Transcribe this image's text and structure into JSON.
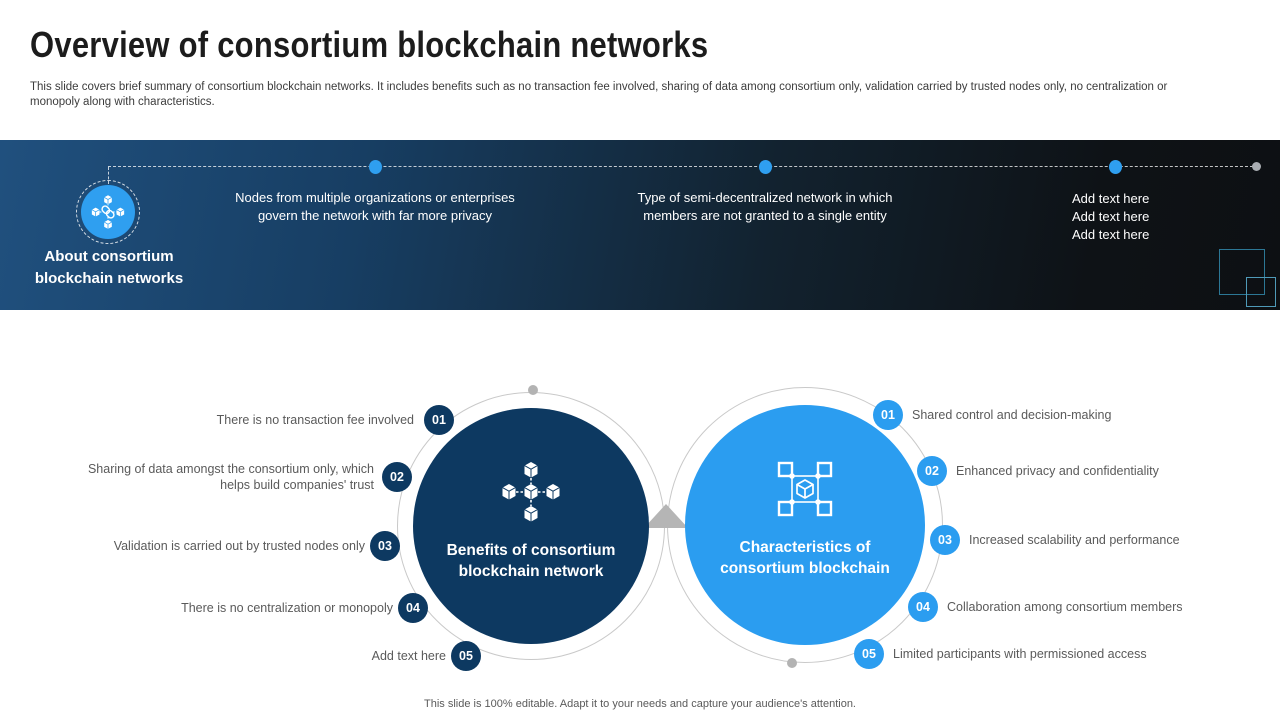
{
  "slide": {
    "title": "Overview of consortium blockchain networks",
    "subtitle_line1": "This slide covers brief summary of consortium blockchain networks. It includes benefits such as no transaction fee involved, sharing of data among consortium only, validation carried by trusted nodes only, no centralization or",
    "subtitle_line2": "monopoly along with characteristics.",
    "footer": "This slide is 100% editable.  Adapt it to your needs and capture your audience's attention."
  },
  "banner": {
    "about_label": "About consortium blockchain networks",
    "note1": "Nodes from multiple organizations or enterprises govern the network with far more privacy",
    "note2": "Type of semi-decentralized network in which members are not granted to a single entity",
    "note3_lines": [
      "Add text here",
      "Add text here",
      "Add text here"
    ]
  },
  "benefits": {
    "circle_title": "Benefits of consortium blockchain network",
    "items": [
      {
        "num": "01",
        "text": "There is no transaction fee involved"
      },
      {
        "num": "02",
        "text": "Sharing of data amongst the consortium only, which helps build companies' trust"
      },
      {
        "num": "03",
        "text": "Validation is carried out by trusted nodes only"
      },
      {
        "num": "04",
        "text": "There is no centralization or monopoly"
      },
      {
        "num": "05",
        "text": "Add text here"
      }
    ]
  },
  "characteristics": {
    "circle_title": "Characteristics of consortium blockchain",
    "items": [
      {
        "num": "01",
        "text": "Shared control and decision-making"
      },
      {
        "num": "02",
        "text": "Enhanced privacy and confidentiality"
      },
      {
        "num": "03",
        "text": "Increased scalability and performance"
      },
      {
        "num": "04",
        "text": "Collaboration among consortium members"
      },
      {
        "num": "05",
        "text": "Limited participants with permissioned access"
      }
    ]
  },
  "colors": {
    "navy": "#0d3961",
    "accent_blue": "#2b9df0",
    "banner_gradient_left": "#20507e",
    "banner_gradient_right": "#0d1013",
    "gray_text": "#5a5a5a",
    "arc_gray": "#c9c9c9"
  }
}
